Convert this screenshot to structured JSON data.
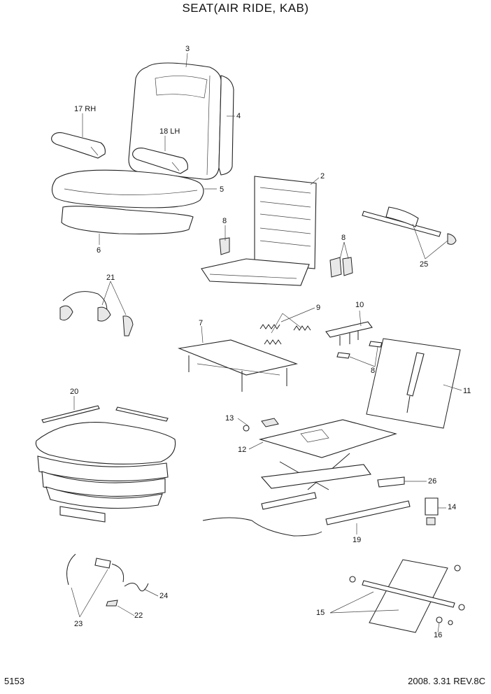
{
  "title": "SEAT(AIR RIDE, KAB)",
  "page_number": "5153",
  "revision": "2008. 3.31  REV.8C",
  "callouts": [
    "3",
    "4",
    "17 RH",
    "18 LH",
    "5",
    "6",
    "2",
    "8",
    "8",
    "25",
    "21",
    "9",
    "10",
    "7",
    "8",
    "11",
    "20",
    "13",
    "12",
    "26",
    "14",
    "19",
    "24",
    "22",
    "23",
    "15",
    "16"
  ]
}
